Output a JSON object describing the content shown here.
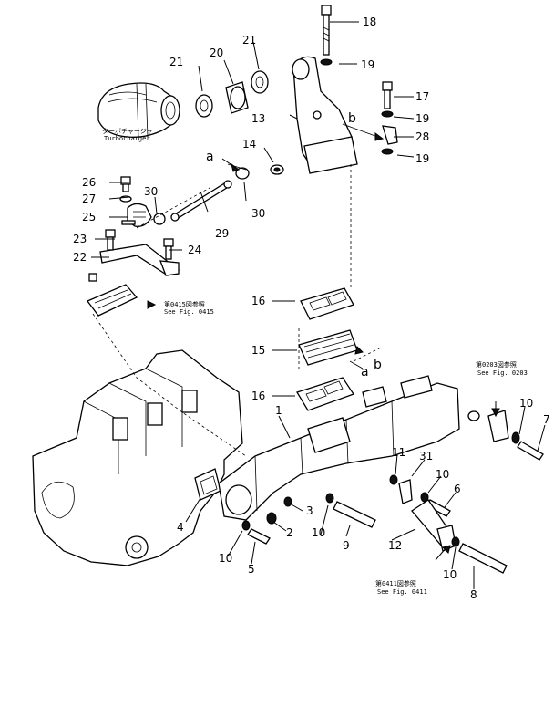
{
  "callouts": [
    {
      "id": "c18",
      "text": "18"
    },
    {
      "id": "c19a",
      "text": "19"
    },
    {
      "id": "c21a",
      "text": "21"
    },
    {
      "id": "c20",
      "text": "20"
    },
    {
      "id": "c21b",
      "text": "21"
    },
    {
      "id": "c17",
      "text": "17"
    },
    {
      "id": "c13",
      "text": "13"
    },
    {
      "id": "c19b",
      "text": "19"
    },
    {
      "id": "cb1",
      "text": "b"
    },
    {
      "id": "c28",
      "text": "28"
    },
    {
      "id": "c14",
      "text": "14"
    },
    {
      "id": "c19c",
      "text": "19"
    },
    {
      "id": "ca1",
      "text": "a"
    },
    {
      "id": "c26",
      "text": "26"
    },
    {
      "id": "c30a",
      "text": "30"
    },
    {
      "id": "c27",
      "text": "27"
    },
    {
      "id": "c25",
      "text": "25"
    },
    {
      "id": "c30b",
      "text": "30"
    },
    {
      "id": "c29",
      "text": "29"
    },
    {
      "id": "c23",
      "text": "23"
    },
    {
      "id": "c24",
      "text": "24"
    },
    {
      "id": "c22",
      "text": "22"
    },
    {
      "id": "c16a",
      "text": "16"
    },
    {
      "id": "c15",
      "text": "15"
    },
    {
      "id": "cb2",
      "text": "b"
    },
    {
      "id": "ca2",
      "text": "a"
    },
    {
      "id": "c16b",
      "text": "16"
    },
    {
      "id": "c1",
      "text": "1"
    },
    {
      "id": "c10a",
      "text": "10"
    },
    {
      "id": "c7",
      "text": "7"
    },
    {
      "id": "c11",
      "text": "11"
    },
    {
      "id": "c31",
      "text": "31"
    },
    {
      "id": "c10b",
      "text": "10"
    },
    {
      "id": "c6",
      "text": "6"
    },
    {
      "id": "c4",
      "text": "4"
    },
    {
      "id": "c3",
      "text": "3"
    },
    {
      "id": "c2",
      "text": "2"
    },
    {
      "id": "c10c",
      "text": "10"
    },
    {
      "id": "c9",
      "text": "9"
    },
    {
      "id": "c12",
      "text": "12"
    },
    {
      "id": "c10d",
      "text": "10"
    },
    {
      "id": "c5",
      "text": "5"
    },
    {
      "id": "c10e",
      "text": "10"
    },
    {
      "id": "c8",
      "text": "8"
    }
  ],
  "notes": {
    "turbo_jp": "ターボチャージャ",
    "turbo_en": "Turbocharger",
    "fig0415_jp": "第0415図参照",
    "fig0415_en": "See Fig. 0415",
    "fig0203_jp": "第0203図参照",
    "fig0203_en": "See Fig. 0203",
    "fig0411_jp": "第0411図参照",
    "fig0411_en": "See Fig. 0411"
  }
}
